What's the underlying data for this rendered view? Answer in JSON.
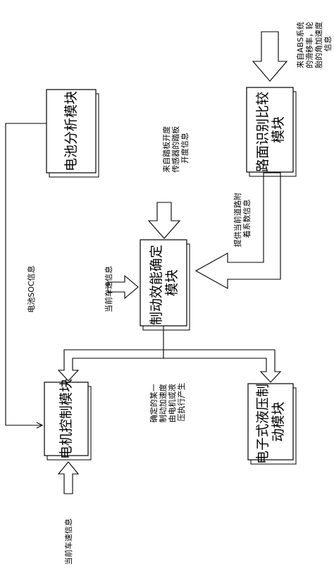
{
  "modules": {
    "battery_analysis": "电池分析模块",
    "road_recognition": [
      "路面识别比较",
      "模块"
    ],
    "braking_efficiency": [
      "制动效能确定",
      "模块"
    ],
    "motor_control": "电机控制模块",
    "ehb": [
      "电子式液压制",
      "动模块"
    ]
  },
  "annotations": {
    "abs_info": [
      "来自ABS系统",
      "的滑移率，轮",
      "胎的角加速度",
      "信息"
    ],
    "pedal_info": [
      "来自踏板开度",
      "传感器的踏板",
      "开度信息"
    ],
    "road_adhesion": [
      "提供当前道路附",
      "着系数信息"
    ],
    "speed_info_mid": "当前车速信息",
    "battery_soc": "电池SOC信息",
    "decel_distribution": [
      "确定的某一",
      "制动加速度",
      "由电机或液",
      "压执行产生"
    ],
    "speed_info_bottom": "当前车速信息"
  }
}
